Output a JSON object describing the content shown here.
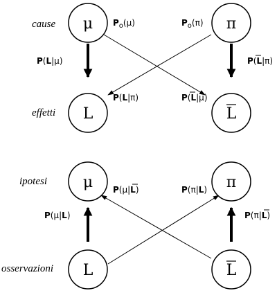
{
  "labels": {
    "cause": "cause",
    "effetti": "effetti",
    "ipotesi": "ipotesi",
    "osservazioni": "osservazioni"
  },
  "nodes": {
    "mu_top": "μ",
    "pi_top": "π",
    "L_top": "L",
    "Lbar_top": "L",
    "mu_bottom": "μ",
    "pi_bottom": "π",
    "L_bottom": "L",
    "Lbar_bottom": "L"
  },
  "probabilities": {
    "p0_mu": {
      "p": "P",
      "sub": "o",
      "arg": "(μ)"
    },
    "p0_pi": {
      "p": "P",
      "sub": "o",
      "arg": "(π)"
    },
    "p_L_given_mu": {
      "p": "P",
      "open": "(",
      "var": "L",
      "bar": "|μ)"
    },
    "p_Lbar_given_pi": {
      "p": "P",
      "open": "(",
      "var": "L",
      "bar": "|π)"
    },
    "p_L_given_pi": {
      "p": "P",
      "open": "(",
      "var": "L",
      "bar": "|π)"
    },
    "p_Lbar_given_mu": {
      "p": "P",
      "open": "(",
      "var": "L",
      "bar": "|μ)"
    },
    "p_mu_given_Lbar": {
      "p": "P",
      "open": "(μ|",
      "var": "L",
      "bar": ")"
    },
    "p_pi_given_L": {
      "p": "P",
      "open": "(π|",
      "var": "L",
      "bar": ")"
    },
    "p_mu_given_L": {
      "p": "P",
      "open": "(μ|",
      "var": "L",
      "bar": ")"
    },
    "p_pi_given_Lbar": {
      "p": "P",
      "open": "(π|",
      "var": "L",
      "bar": ")"
    }
  }
}
